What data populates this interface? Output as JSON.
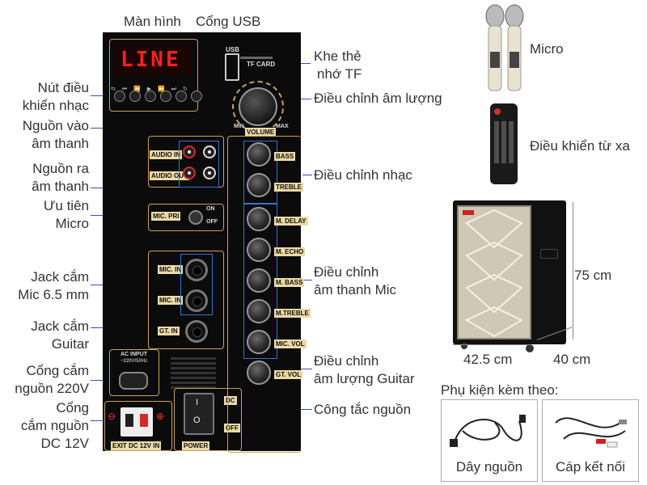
{
  "labels": {
    "man_hinh": "Màn hình",
    "cong_usb": "Cổng USB",
    "khe_the_1": "Khe  thẻ",
    "khe_the_2": "nhớ TF",
    "nut_dieu_1": "Nút điều",
    "nut_dieu_2": "khiển nhạc",
    "nguon_vao_1": "Nguồn vào",
    "nguon_vao_2": "âm thanh",
    "nguon_ra_1": "Nguồn ra",
    "nguon_ra_2": "âm thanh",
    "uu_tien_1": "Ưu tiên",
    "uu_tien_2": "Micro",
    "jack_mic_1": "Jack cắm",
    "jack_mic_2": "Mic 6.5 mm",
    "jack_guitar_1": "Jack cắm",
    "jack_guitar_2": "Guitar",
    "cong_220_1": "Cổng cắm",
    "cong_220_2": "nguồn 220V",
    "cong_dc_1": "Cổng",
    "cong_dc_2": "cắm nguồn",
    "cong_dc_3": "DC 12V",
    "am_luong": "Điều chỉnh âm lượng",
    "dc_nhac": "Điều chỉnh nhạc",
    "dc_mic_1": "Điều chỉnh",
    "dc_mic_2": "âm thanh Mic",
    "dc_guitar_1": "Điều chỉnh",
    "dc_guitar_2": "âm lượng Guitar",
    "cong_tac": "Công tắc nguồn",
    "micro": "Micro",
    "remote": "Điều khiển từ xa",
    "h_75": "75 cm",
    "w_42": "42.5 cm",
    "d_40": "40 cm",
    "phu_kien": "Phụ kiện kèm theo:",
    "day_nguon": "Dây nguồn",
    "cap_ket_noi": "Cáp kết nối"
  },
  "panel": {
    "display_text": "LINE",
    "usb_tag": "USB",
    "tf_tag": "TF CARD",
    "volume_tag": "VOLUME",
    "min": "MIN",
    "max": "MAX",
    "audio_in": "AUDIO IN",
    "audio_out": "AUDIO OUT",
    "mic_pri": "MIC. PRI",
    "on": "ON",
    "off": "OFF",
    "mic_in": "MIC. IN",
    "gt_in": "GT. IN",
    "ac_input": "AC INPUT",
    "ac_rating": "~220V/50Hz",
    "exit_dc": "EXIT DC 12V IN",
    "power": "POWER",
    "dc": "DC",
    "knobs": [
      "BASS",
      "TREBLE",
      "M. DELAY",
      "M. ECHO",
      "M. BASS",
      "M.TREBLE",
      "MIC. VOL",
      "GT. VOL"
    ]
  }
}
